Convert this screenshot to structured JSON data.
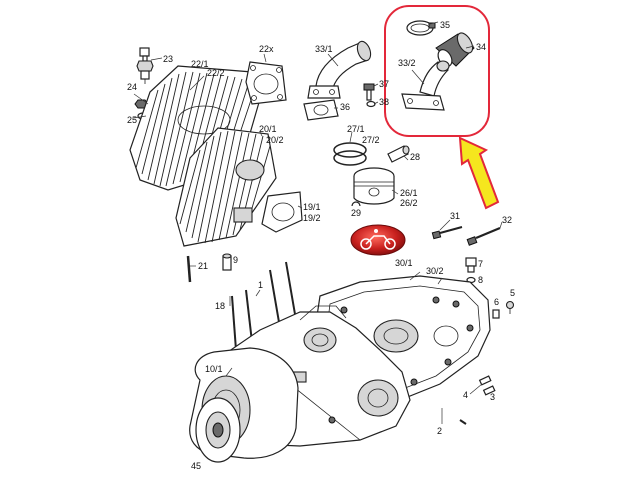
{
  "colors": {
    "highlight": "#e3283a",
    "arrow_fill": "#f5e61e",
    "arrow_stroke": "#e3283a",
    "logo_red": "#c8201e"
  },
  "labels": {
    "l23": "23",
    "l22_1": "22/1",
    "l22_2": "22/2",
    "l22x": "22x",
    "l33_1": "33/1",
    "l35": "35",
    "l34": "34",
    "l33_2": "33/2",
    "l24": "24",
    "l25": "25",
    "l37": "37",
    "l36": "36",
    "l38": "38",
    "l27_1": "27/1",
    "l27_2": "27/2",
    "l20_1": "20/1",
    "l20_2": "20/2",
    "l28": "28",
    "l26_1": "26/1",
    "l26_2": "26/2",
    "l29": "29",
    "l19_1": "19/1",
    "l19_2": "19/2",
    "l31": "31",
    "l32": "32",
    "l21": "21",
    "l9": "9",
    "l30_1": "30/1",
    "l30_2": "30/2",
    "l7": "7",
    "l8": "8",
    "l18": "18",
    "l1": "1",
    "l6": "6",
    "l5": "5",
    "l10_1": "10/1",
    "l4": "4",
    "l3": "3",
    "l2": "2",
    "l45": "45"
  },
  "logo_name": "motorcycle-logo-badge"
}
